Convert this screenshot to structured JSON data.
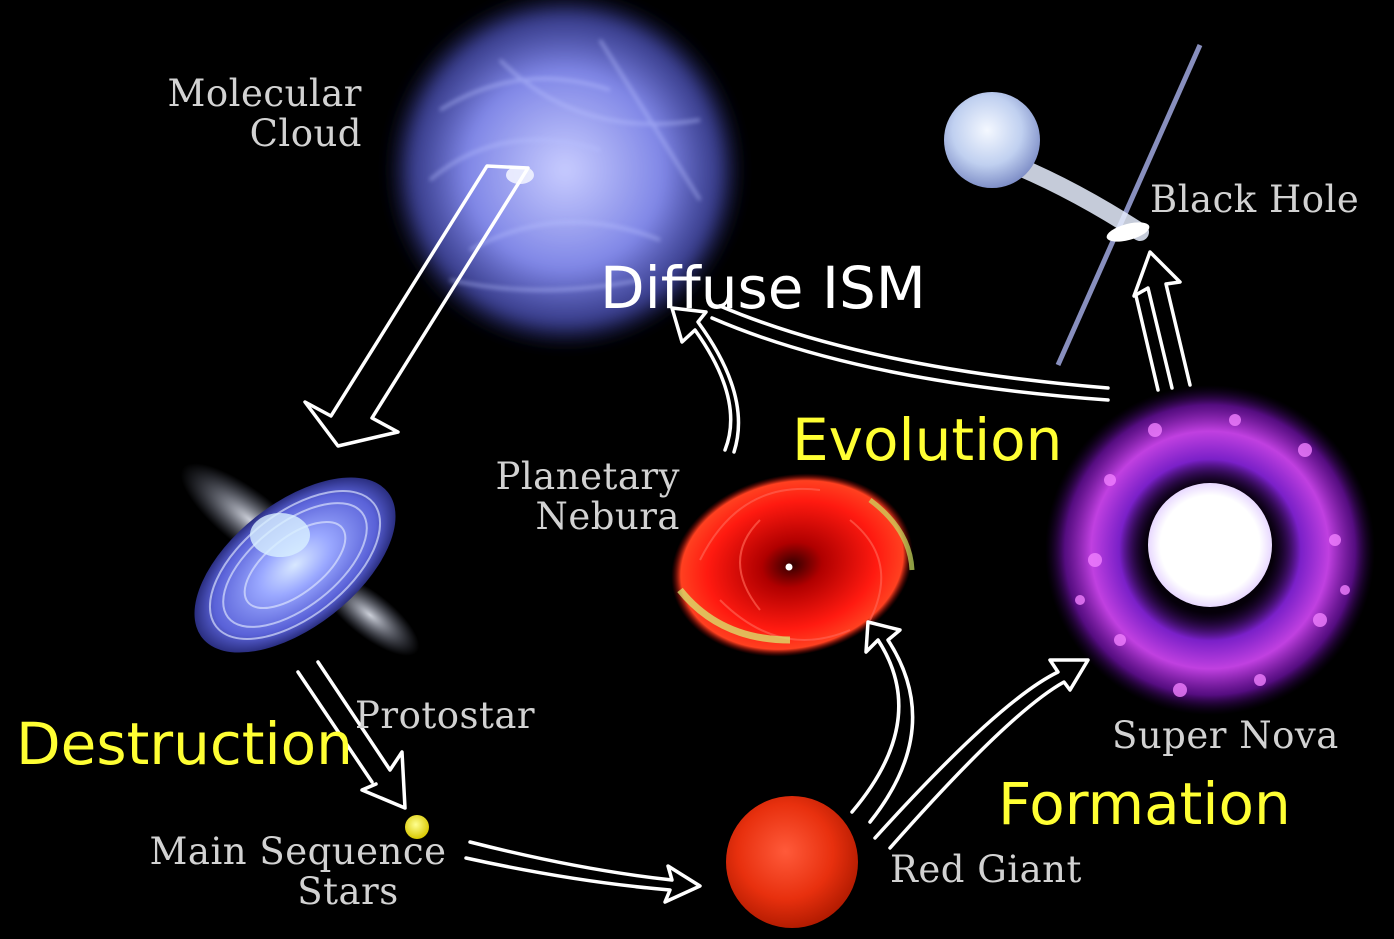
{
  "objects": {
    "molecular_cloud": {
      "line1": "Molecular",
      "line2": "Cloud"
    },
    "protostar": "Protostar",
    "main_sequence": {
      "line1": "Main Sequence",
      "line2": "Stars"
    },
    "red_giant": "Red Giant",
    "planetary_nebula": {
      "line1": "Planetary",
      "line2": "Nebura"
    },
    "super_nova": "Super Nova",
    "black_hole": "Black Hole"
  },
  "overlays": {
    "diffuse_ism": "Diffuse ISM",
    "evolution": "Evolution",
    "destruction": "Destruction",
    "formation": "Formation"
  },
  "colors": {
    "background": "#000000",
    "object_label": "#d2d2d2",
    "diffuse_label": "#ffffff",
    "process_label": "#ffff33",
    "arrow": "#ffffff"
  }
}
